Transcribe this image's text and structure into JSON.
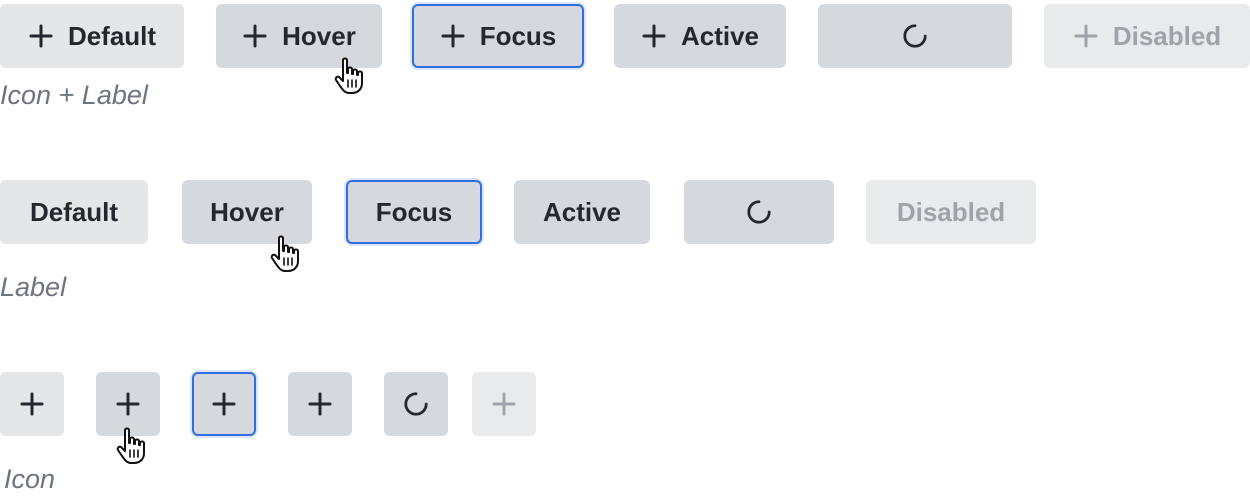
{
  "colors": {
    "text": "#23272e",
    "default_bg": "#e4e6e8",
    "hover_bg": "#d5d8dc",
    "focus_border": "#2f6fe0",
    "disabled_text": "#9ea3a9",
    "caption": "#6d7480"
  },
  "rows": {
    "icon_label": {
      "caption": "Icon + Label",
      "default_label": "Default",
      "hover_label": "Hover",
      "focus_label": "Focus",
      "active_label": "Active",
      "disabled_label": "Disabled"
    },
    "label": {
      "caption": "Label",
      "default_label": "Default",
      "hover_label": "Hover",
      "focus_label": "Focus",
      "active_label": "Active",
      "disabled_label": "Disabled"
    },
    "icon": {
      "caption": "Icon"
    }
  },
  "icons": {
    "add": "plus-icon",
    "loading": "spinner-icon",
    "pointer": "hand-pointer-icon"
  }
}
